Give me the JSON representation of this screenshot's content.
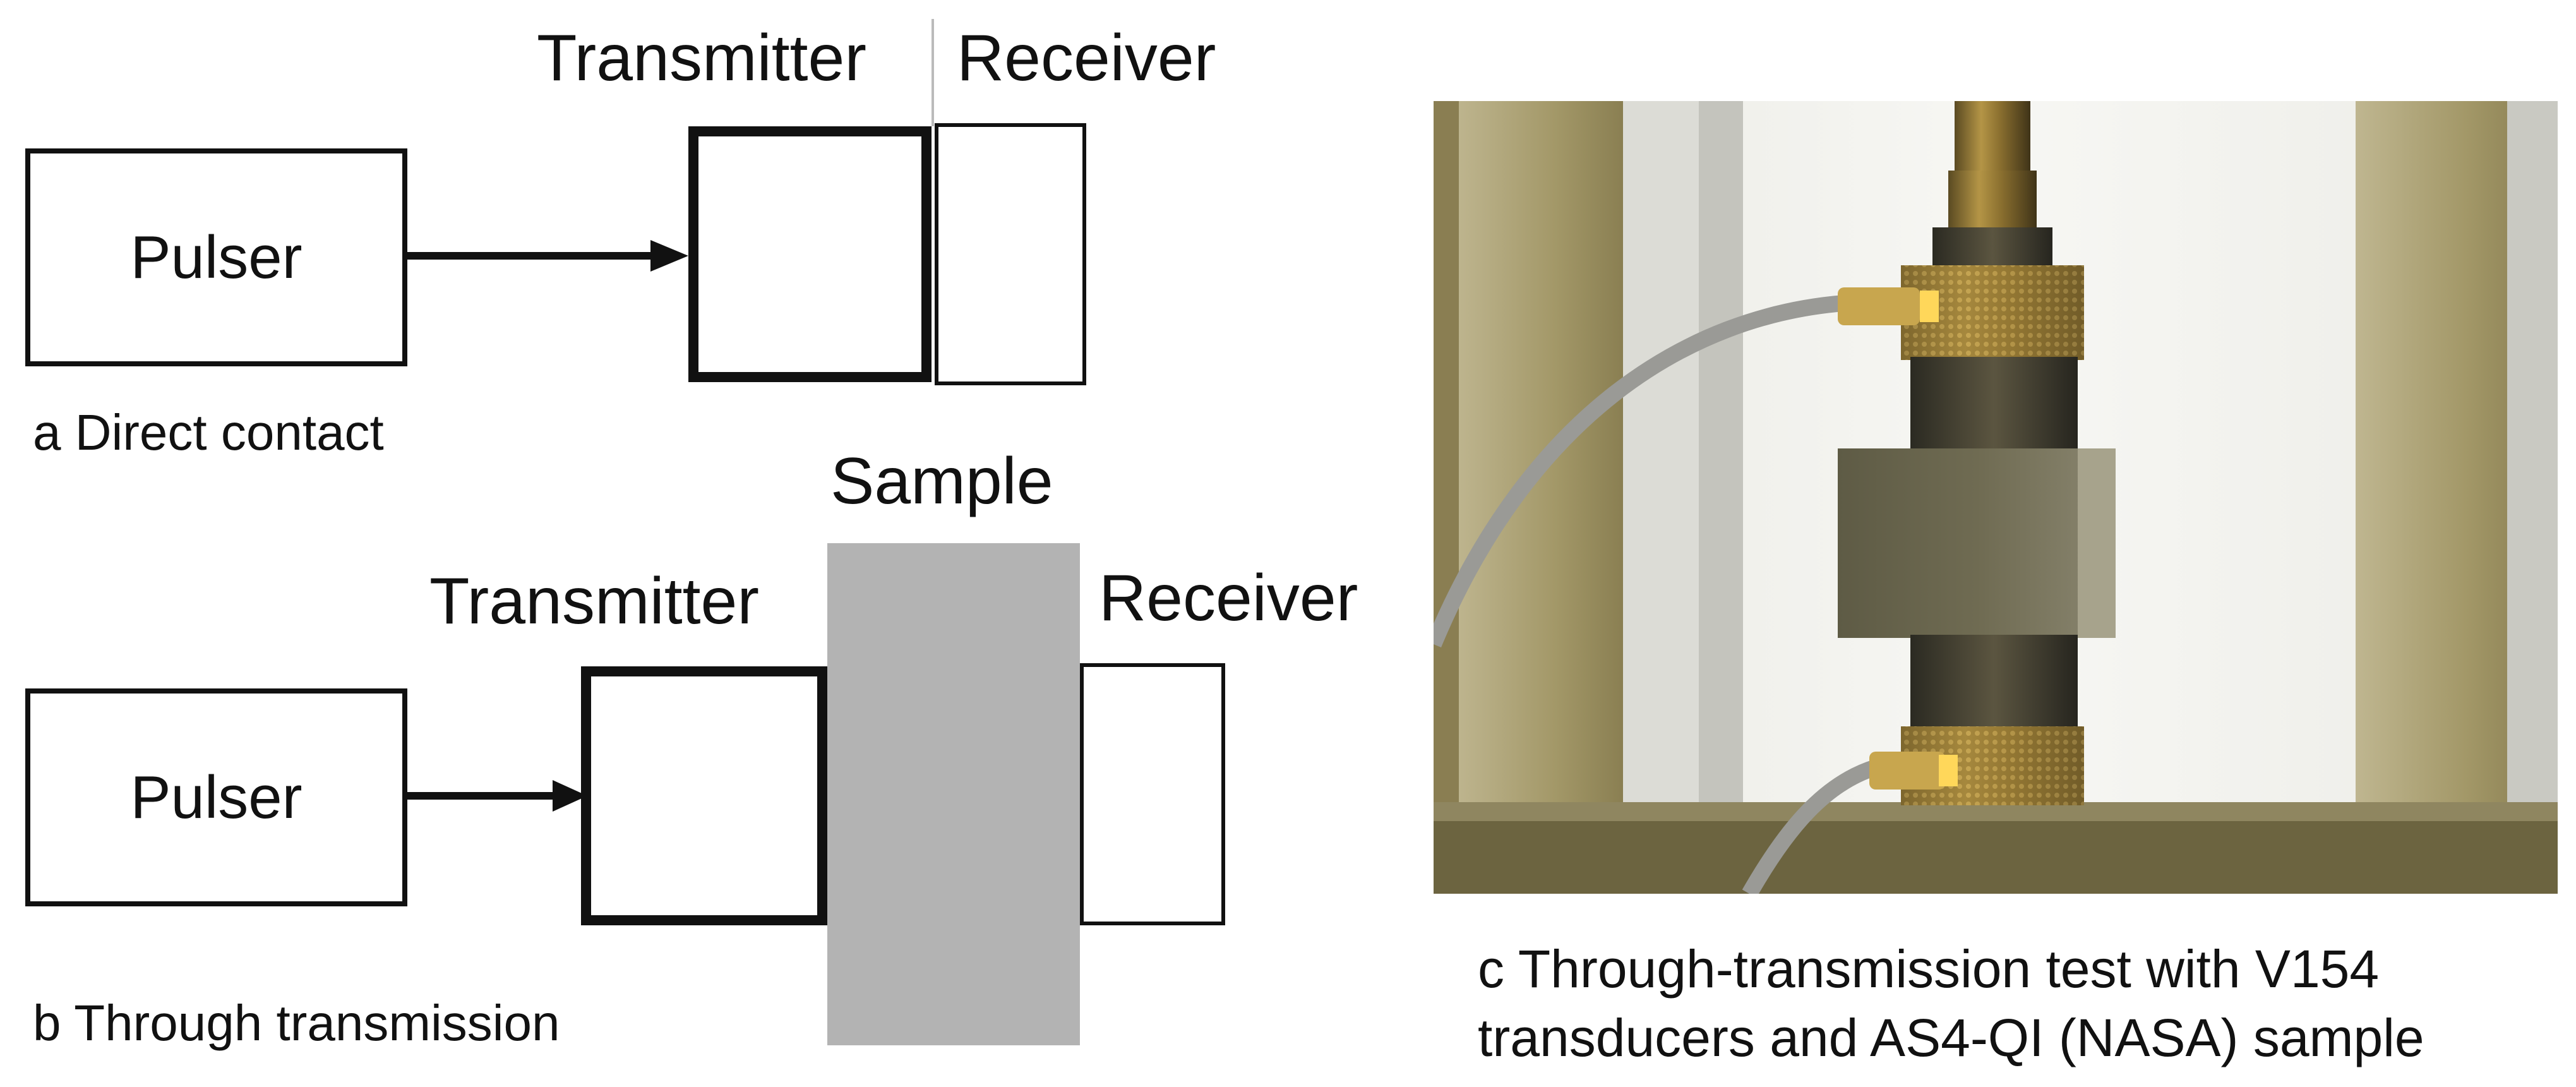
{
  "diagram_a": {
    "pulser": "Pulser",
    "transmitter": "Transmitter",
    "receiver": "Receiver",
    "caption": "a Direct contact"
  },
  "diagram_b": {
    "pulser": "Pulser",
    "transmitter": "Transmitter",
    "receiver": "Receiver",
    "sample": "Sample",
    "caption": "b Through transmission"
  },
  "photo": {
    "caption_line1": "c Through-transmission test with V154",
    "caption_line2": "transducers and AS4-QI (NASA) sample"
  },
  "colors": {
    "line": "#111111",
    "sample_fill": "#b3b3b3",
    "brass": "#9a7d36",
    "aluminum": "#d9d9d4"
  }
}
